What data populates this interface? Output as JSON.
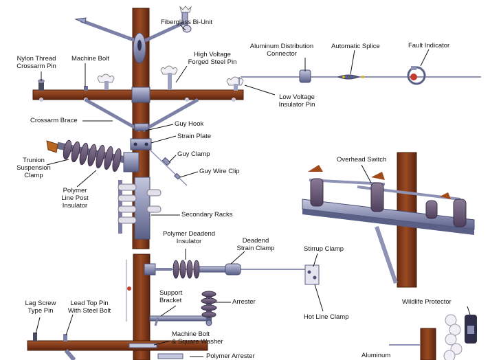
{
  "diagram": {
    "labels": {
      "fiberglass_bi_unit": "Fiberglass Bi-Unit",
      "aluminum_distribution_connector": [
        "Aluminum Distribution",
        "Connector"
      ],
      "automatic_splice": "Automatic Splice",
      "fault_indicator": "Fault Indicator",
      "nylon_thread_crossarm_pin": [
        "Nylon Thread",
        "Crossarm Pin"
      ],
      "machine_bolt": "Machine Bolt",
      "high_voltage_forged_steel_pin": [
        "High Voltage",
        "Forged Steel Pin"
      ],
      "low_voltage_insulator_pin": [
        "Low Voltage",
        "Insulator Pin"
      ],
      "crossarm_brace": "Crossarm Brace",
      "guy_hook": "Guy Hook",
      "strain_plate": "Strain Plate",
      "guy_clamp": "Guy Clamp",
      "guy_wire_clip": "Guy Wire Clip",
      "trunion_suspension_clamp": [
        "Trunion",
        "Suspension",
        "Clamp"
      ],
      "polymer_line_post_insulator": [
        "Polymer",
        "Line Post",
        "Insulator"
      ],
      "overhead_switch": "Overhead Switch",
      "secondary_racks": "Secondary Racks",
      "polymer_deadend_insulator": [
        "Polymer Deadend",
        "Insulator"
      ],
      "deadend_strain_clamp": [
        "Deadend",
        "Strain Clamp"
      ],
      "stirrup_clamp": "Stirrup Clamp",
      "support_bracket": [
        "Support",
        "Bracket"
      ],
      "arrester": "Arrester",
      "hot_line_clamp": "Hot Line Clamp",
      "wildlife_protector": "Wildlife Protector",
      "lag_screw_type_pin": [
        "Lag Screw",
        "Type Pin"
      ],
      "lead_top_pin_with_steel_bolt": [
        "Lead Top Pin",
        "With Steel Bolt"
      ],
      "machine_bolt_square_washer": [
        "Machine Bolt",
        "& Square Washer"
      ],
      "polymer_arrester": "Polymer Arrester",
      "aluminum_cut": "Aluminum"
    },
    "colors": {
      "wood": "#8a3e1c",
      "wood_dark": "#5e2710",
      "metal": "#8e93b5",
      "metal_dark": "#5a5f86",
      "polymer": "#6b5a7a",
      "porcelain": "#e8e4ee",
      "leader": "#111111"
    }
  }
}
